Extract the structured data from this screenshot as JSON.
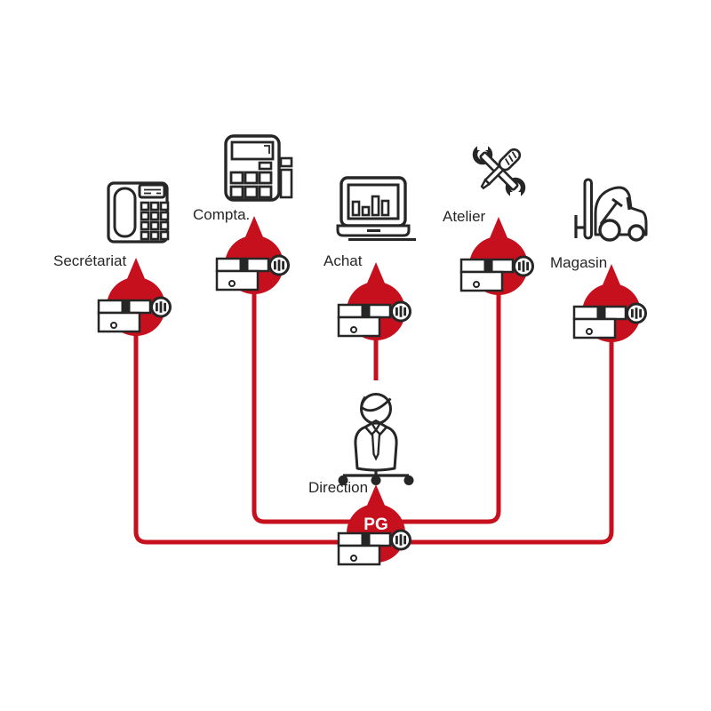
{
  "colors": {
    "accent_red": "#c6101e",
    "ink": "#262626",
    "background": "#ffffff",
    "master_label_text": "#ffffff"
  },
  "diagram": {
    "type": "master-key-system-organigram",
    "master": {
      "id": "pg",
      "label": "PG",
      "department_label": "Direction",
      "icon": "person-org-chart",
      "node_icon": "lock-cylinder"
    },
    "nodes": [
      {
        "id": "secretariat",
        "label": "Secrétariat",
        "icon": "desk-phone",
        "node_icon": "lock-cylinder"
      },
      {
        "id": "compta",
        "label": "Compta.",
        "icon": "calculator",
        "node_icon": "lock-cylinder"
      },
      {
        "id": "achat",
        "label": "Achat",
        "icon": "laptop-bar-chart",
        "node_icon": "lock-cylinder"
      },
      {
        "id": "atelier",
        "label": "Atelier",
        "icon": "wrench-screwdriver",
        "node_icon": "lock-cylinder"
      },
      {
        "id": "magasin",
        "label": "Magasin",
        "icon": "forklift",
        "node_icon": "lock-cylinder"
      }
    ],
    "connections": [
      {
        "from": "secretariat",
        "to": "pg"
      },
      {
        "from": "compta",
        "to": "pg"
      },
      {
        "from": "achat",
        "to": "pg"
      },
      {
        "from": "atelier",
        "to": "pg"
      },
      {
        "from": "magasin",
        "to": "pg"
      }
    ]
  }
}
